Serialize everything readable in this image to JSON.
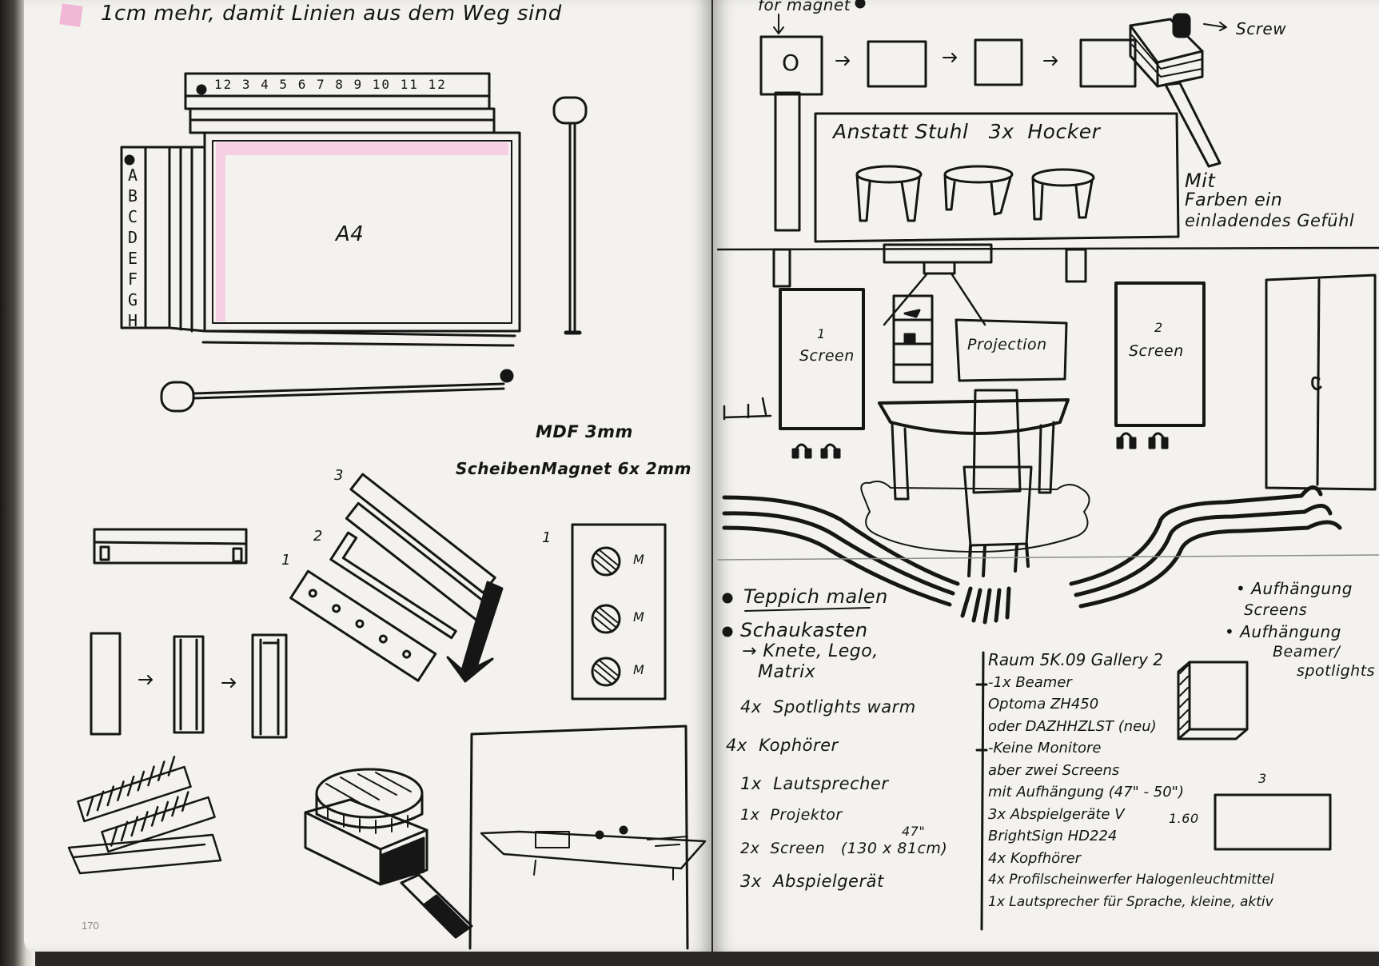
{
  "left_page": {
    "top_note": "1cm mehr, damit Linien aus dem Weg sind",
    "ruler_numbers": "12 3 4 5 6 7 8 9 10 11 12",
    "ruler_letters": [
      "A",
      "B",
      "C",
      "D",
      "E",
      "F",
      "G",
      "H"
    ],
    "frame_label": "A4",
    "material": "MDF 3mm",
    "magnet": "ScheibenMagnet 6x 2mm",
    "step_numbers": [
      "1",
      "2",
      "3"
    ],
    "panel_step_number": "1",
    "magnet_label": "M",
    "page_number": "170"
  },
  "right_page": {
    "for_magnet": "for magnet",
    "screw": "Screw",
    "stool_note": "Anstatt Stuhl   3x  Hocker",
    "color_note": [
      "Mit",
      "Farben ein",
      "einladendes Gefühl"
    ],
    "circle_label": "O",
    "scene": {
      "screen1": [
        "1",
        "Screen"
      ],
      "projection": "Projection",
      "screen2": [
        "2",
        "Screen"
      ]
    },
    "todo": [
      "Teppich malen",
      "Schaukasten",
      "→ Knete, Lego,",
      "Matrix"
    ],
    "inventory": [
      "4x  Spotlights warm",
      "4x  Kophörer",
      "1x  Lautsprecher",
      "1x  Projektor",
      "2x  Screen   (130 x 81cm)",
      "3x  Abspielgerät"
    ],
    "screen_size_note": "47\"",
    "hanging_notes": [
      "• Aufhängung",
      "Screens",
      "• Aufhängung",
      "Beamer/",
      "spotlights"
    ],
    "room_list": [
      "Raum 5K.09  Gallery 2",
      "-1x Beamer",
      "Optoma ZH450",
      "oder DAZHHZLST (neu)",
      "-Keine Monitore",
      "aber zwei Screens",
      "mit Aufhängung (47\" - 50\")",
      "3x Abspielgeräte V",
      "BrightSign HD224",
      "4x Kopfhörer",
      "4x Profilscheinwerfer Halogenleuchtmittel",
      "1x Lautsprecher für Sprache, kleine, aktiv"
    ],
    "height_note": "1.60",
    "box_number": "3"
  }
}
